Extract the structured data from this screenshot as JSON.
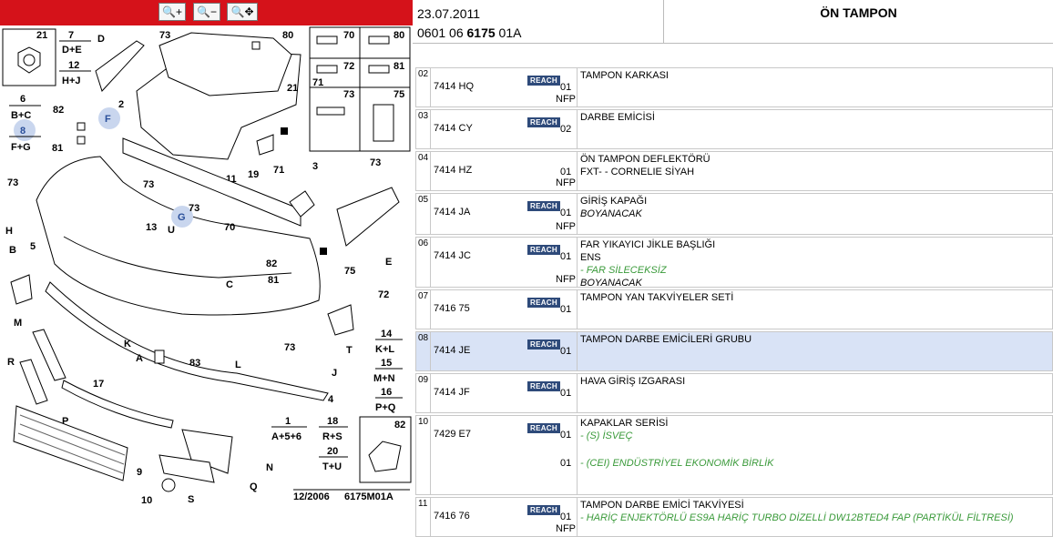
{
  "toolbar": {
    "zoom_in": "🔍+",
    "zoom_out": "🔍−",
    "zoom_move": "🔍✥"
  },
  "header": {
    "date": "23.07.2011",
    "ref_a": "0601 06 ",
    "ref_b": "6175",
    "ref_c": " 01A",
    "title": "ÖN TAMPON"
  },
  "diagram": {
    "caption_date": "12/2006",
    "caption_code": "6175M01A",
    "labels": {
      "n21": "21",
      "n7": "7",
      "n7s": "D+E",
      "n12": "12",
      "n12s": "H+J",
      "n6": "6",
      "n6s": "B+C",
      "n8": "8",
      "n8s": "F+G",
      "n82": "82",
      "n81": "81",
      "nD": "D",
      "n73": "73",
      "n80": "80",
      "n2": "2",
      "nF": "F",
      "n3": "3",
      "n73b": "73",
      "n19": "19",
      "n11": "11",
      "n71": "71",
      "n73c": "73",
      "nH": "H",
      "nB": "B",
      "n5": "5",
      "n13": "13",
      "nU": "U",
      "nG": "G",
      "n70": "70",
      "n82b": "82",
      "n81b": "81",
      "nE": "E",
      "n75": "75",
      "nC": "C",
      "n72": "72",
      "nM": "M",
      "nK": "K",
      "nA": "A",
      "nT": "T",
      "n73d": "73",
      "n83": "83",
      "nL": "L",
      "nJ": "J",
      "n4": "4",
      "n14": "14",
      "n14s": "K+L",
      "n15": "15",
      "n15s": "M+N",
      "n16": "16",
      "n16s": "P+Q",
      "nR": "R",
      "n17": "17",
      "nP": "P",
      "n1": "1",
      "n1s": "A+5+6",
      "n18": "18",
      "n18s": "R+S",
      "n20": "20",
      "n20s": "T+U",
      "n82c": "82",
      "n9": "9",
      "nN": "N",
      "nS": "S",
      "nQ": "Q",
      "n10": "10",
      "nr70": "70",
      "nr71": "71",
      "nr72": "72",
      "nr73": "73",
      "nr75": "75",
      "nr81": "81",
      "n73e": "73",
      "n73f": "73"
    }
  },
  "rows": [
    {
      "idx": "02",
      "code": "7414 HQ",
      "reach": "REACH",
      "qty": "01",
      "nfp": "NFP",
      "lines": [
        {
          "t": "TAMPON KARKASI",
          "s": "n"
        }
      ]
    },
    {
      "idx": "03",
      "code": "7414 CY",
      "reach": "REACH",
      "qty": "02",
      "nfp": "",
      "lines": [
        {
          "t": "DARBE EMİCİSİ",
          "s": "n"
        }
      ]
    },
    {
      "idx": "04",
      "code": "7414 HZ",
      "reach": "",
      "qty": "01",
      "nfp": "NFP",
      "lines": [
        {
          "t": "ÖN TAMPON DEFLEKTÖRÜ",
          "s": "n"
        },
        {
          "t": "FXT- - CORNELIE SİYAH",
          "s": "n"
        }
      ]
    },
    {
      "idx": "05",
      "code": "7414 JA",
      "reach": "REACH",
      "qty": "01",
      "nfp": "NFP",
      "lines": [
        {
          "t": "GİRİŞ KAPAĞI",
          "s": "n"
        },
        {
          "t": "BOYANACAK",
          "s": "i"
        }
      ]
    },
    {
      "idx": "06",
      "code": "7414 JC",
      "reach": "REACH",
      "qty": "01",
      "nfp": "NFP",
      "lines": [
        {
          "t": "FAR YIKAYICI JİKLE BAŞLIĞI",
          "s": "n"
        },
        {
          "t": "ENS",
          "s": "n"
        },
        {
          "t": "- FAR SİLECEKSİZ",
          "s": "g"
        },
        {
          "t": "BOYANACAK",
          "s": "i"
        }
      ]
    },
    {
      "idx": "07",
      "code": "7416 75",
      "reach": "REACH",
      "qty": "01",
      "nfp": "",
      "lines": [
        {
          "t": "TAMPON YAN TAKVİYELER SETİ",
          "s": "n"
        }
      ]
    },
    {
      "idx": "08",
      "code": "7414 JE",
      "reach": "REACH",
      "qty": "01",
      "nfp": "",
      "lines": [
        {
          "t": "TAMPON DARBE EMİCİLERİ GRUBU",
          "s": "n"
        }
      ]
    },
    {
      "idx": "09",
      "code": "7414 JF",
      "reach": "REACH",
      "qty": "01",
      "nfp": "",
      "lines": [
        {
          "t": "HAVA GİRİŞ IZGARASI",
          "s": "n"
        }
      ]
    },
    {
      "idx": "10",
      "code": "7429 E7",
      "reach": "REACH",
      "qty": "01",
      "nfp": "",
      "lines": [
        {
          "t": "KAPAKLAR SERİSİ",
          "s": "n"
        },
        {
          "t": "- (S) İSVEÇ",
          "s": "g"
        }
      ],
      "extra": {
        "qty": "01",
        "t": "- (CEI) ENDÜSTRİYEL EKONOMİK BİRLİK"
      }
    },
    {
      "idx": "11",
      "code": "7416 76",
      "reach": "REACH",
      "qty": "01",
      "nfp": "NFP",
      "lines": [
        {
          "t": "TAMPON DARBE EMİCİ TAKVİYESİ",
          "s": "n"
        },
        {
          "t": "- HARİÇ ENJEKTÖRLÜ ES9A HARİÇ TURBO DİZELLİ DW12BTED4 FAP (PARTİKÜL FİLTRESİ)",
          "s": "g"
        }
      ]
    }
  ]
}
